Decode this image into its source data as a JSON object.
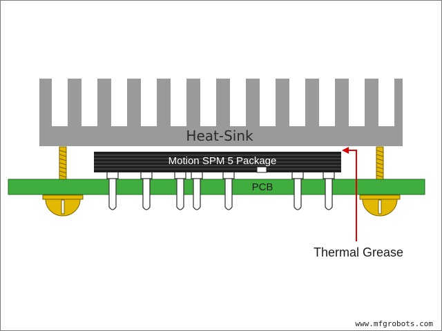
{
  "labels": {
    "heat_sink": "Heat-Sink",
    "package": "Motion SPM 5 Package",
    "pcb": "PCB",
    "thermal_grease": "Thermal Grease",
    "watermark": "www.mfgrobots.com"
  },
  "colors": {
    "heat_sink": "#9a9a9a",
    "package": "#1e1e1e",
    "pcb": "#3fae3f",
    "screw": "#e3b800",
    "arrow": "#e00000",
    "lead": "#ffffff"
  }
}
